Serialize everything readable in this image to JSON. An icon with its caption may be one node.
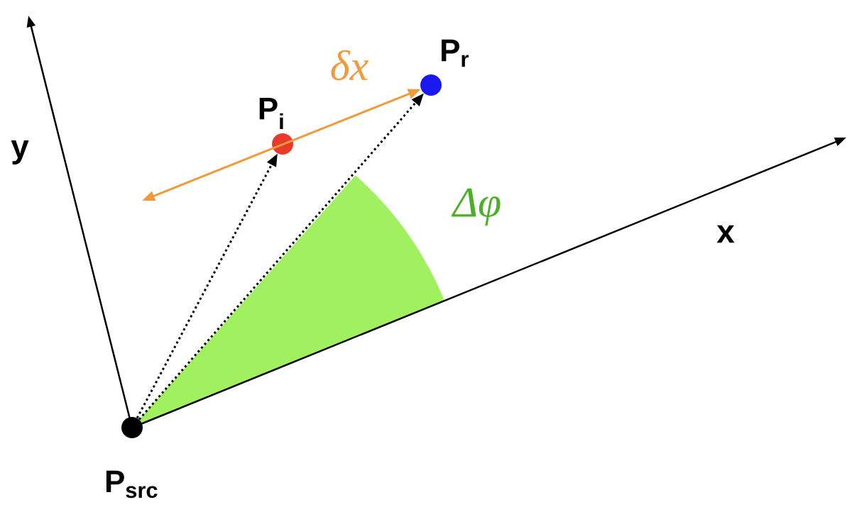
{
  "diagram": {
    "nodes": [
      {
        "text": [
          "P$_{src}$"
        ]
      },
      {
        "text": [
          "P$_{i}$"
        ]
      },
      {
        "text": [
          "P$_{r}$"
        ]
      }
    ],
    "edges": [
      {
        "from": 0,
        "to": 1,
        "arrow": "to",
        "style": "dashed"
      },
      {
        "from": 0,
        "to": 2,
        "arrow": "to",
        "style": "dashed"
      },
      {
        "from": null,
        "to": 2,
        "arrow": "both",
        "label": "δx",
        "color": "#f09a3e"
      }
    ],
    "labels": [
      "y",
      "Δφ",
      "x"
    ]
  }
}
